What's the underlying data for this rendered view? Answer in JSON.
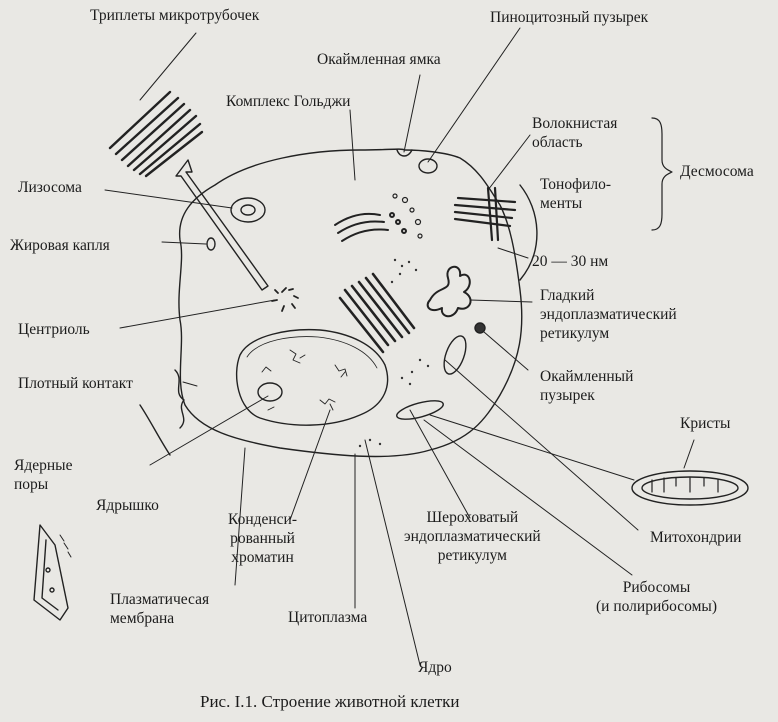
{
  "figure": {
    "caption": "Рис. I.1. Строение животной клетки"
  },
  "labels": {
    "triplets": "Триплеты микротрубочек",
    "pinocytic_vesicle": "Пиноцитозный пузырек",
    "coated_pit": "Окаймленная ямка",
    "golgi": "Комплекс Гольджи",
    "fibrous_area": "Волокнистая\nобласть",
    "desmosome": "Десмосома",
    "tonofilaments": "Тонофило-\nменты",
    "lysosome": "Лизосома",
    "lipid_drop": "Жировая капля",
    "nm": "20 — 30 нм",
    "smooth_er": "Гладкий\nэндоплазматический\nретикулум",
    "centriole": "Центриоль",
    "coated_vesicle": "Окаймленный\nпузырек",
    "tight_junction": "Плотный контакт",
    "cristae": "Кристы",
    "nuclear_pores": "Ядерные\nпоры",
    "nucleolus": "Ядрышко",
    "condensed_chromatin": "Конденси-\nрованный\nхроматин",
    "rough_er": "Шероховатый\nэндоплазматический\nретикулум",
    "mitochondria": "Митохондрии",
    "ribosomes": "Рибосомы\n(и полирибосомы)",
    "plasma_membrane": "Плазматичесая\nмембрана",
    "cytoplasm": "Цитоплазма",
    "nucleus": "Ядро"
  }
}
